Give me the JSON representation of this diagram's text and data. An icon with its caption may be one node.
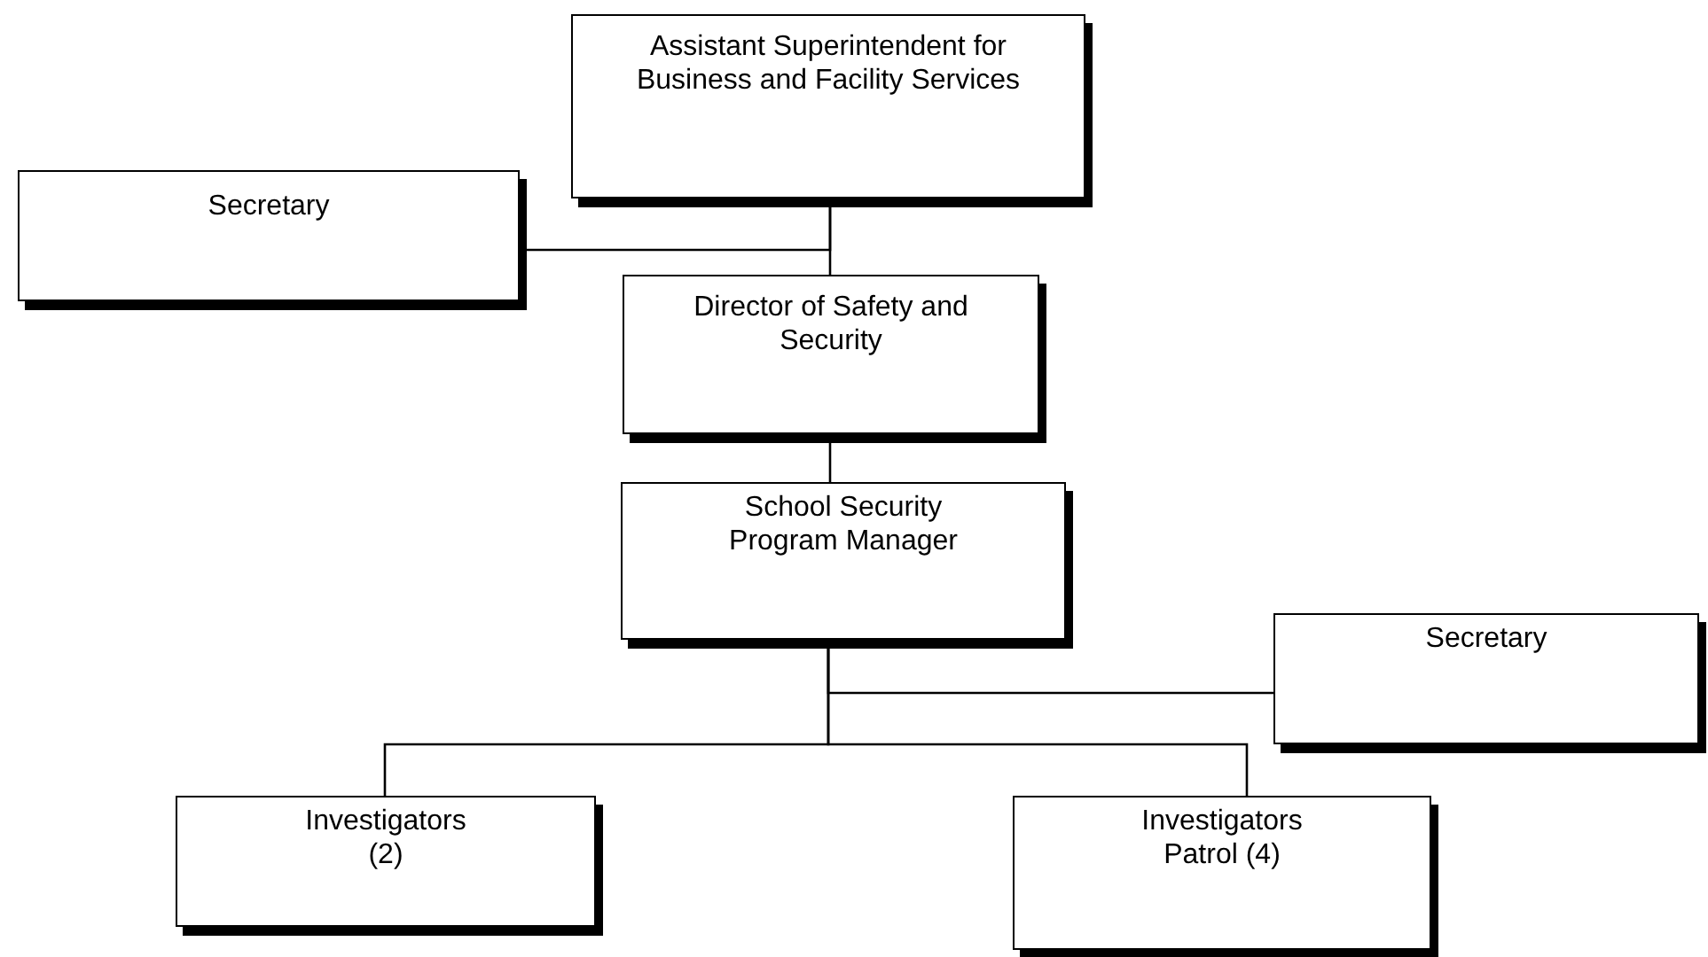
{
  "diagram": {
    "nodes": [
      {
        "text": [
          "Assistant Superintendent for Business and Facility Services"
        ]
      },
      {
        "text": [
          "Secretary"
        ]
      },
      {
        "text": [
          "Director of Safety and Security"
        ]
      },
      {
        "text": [
          "School Security Program Manager"
        ]
      },
      {
        "text": [
          "Secretary"
        ]
      },
      {
        "text": [
          "Investigators (2)"
        ]
      },
      {
        "text": [
          "Investigators Patrol (4)"
        ]
      }
    ],
    "edges": [
      {
        "from": 0,
        "to": 1,
        "arrow": "none"
      },
      {
        "from": 0,
        "to": 2,
        "arrow": "none"
      },
      {
        "from": 2,
        "to": 3,
        "arrow": "none"
      },
      {
        "from": 3,
        "to": 4,
        "arrow": "none"
      },
      {
        "from": 3,
        "to": 5,
        "arrow": "none"
      },
      {
        "from": 3,
        "to": 6,
        "arrow": "none"
      }
    ]
  }
}
